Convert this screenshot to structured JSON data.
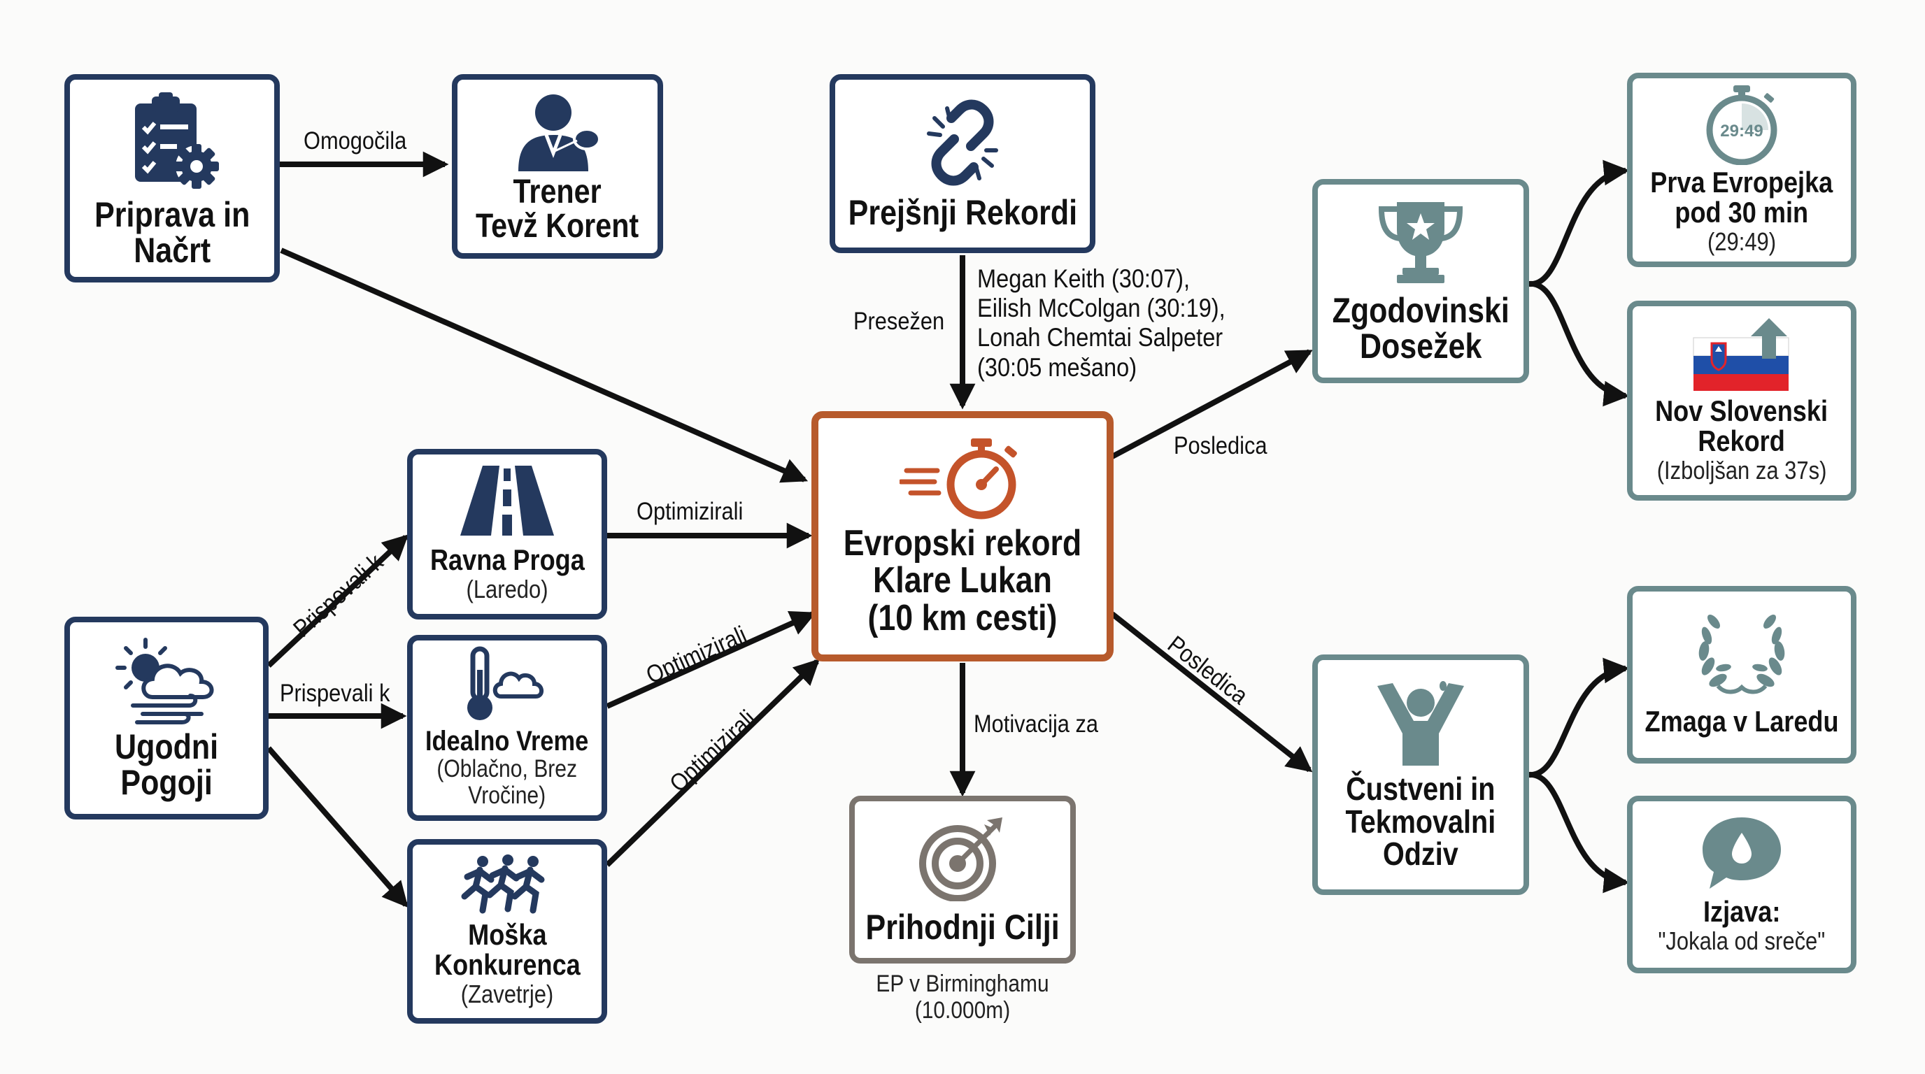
{
  "nodes": {
    "priprava": {
      "title": [
        "Priprava in",
        "Načrt"
      ]
    },
    "trener": {
      "title": [
        "Trener",
        "Tevž Korent"
      ]
    },
    "rekordi": {
      "title": [
        "Prejšnji Rekordi"
      ]
    },
    "center": {
      "title": [
        "Evropski rekord",
        "Klare Lukan",
        "(10 km cesti)"
      ]
    },
    "dosezek": {
      "title": [
        "Zgodovinski",
        "Dosežek"
      ]
    },
    "prva": {
      "title": [
        "Prva Evropejka",
        "pod 30 min"
      ],
      "sub": [
        "(29:49)"
      ],
      "watch_text": "29:49"
    },
    "slovenski": {
      "title": [
        "Nov Slovenski",
        "Rekord"
      ],
      "sub": [
        "(Izboljšan za 37s)"
      ]
    },
    "proga": {
      "title": [
        "Ravna Proga"
      ],
      "sub": [
        "(Laredo)"
      ]
    },
    "vreme": {
      "title": [
        "Idealno Vreme"
      ],
      "sub": [
        "(Oblačno, Brez",
        "Vročine)"
      ]
    },
    "konkurenca": {
      "title": [
        "Moška",
        "Konkurenca"
      ],
      "sub": [
        "(Zavetrje)"
      ]
    },
    "pogoji": {
      "title": [
        "Ugodni",
        "Pogoji"
      ]
    },
    "cilji": {
      "title": [
        "Prihodnji Cilji"
      ]
    },
    "odziv": {
      "title": [
        "Čustveni in",
        "Tekmovalni",
        "Odziv"
      ]
    },
    "zmaga": {
      "title": [
        "Zmaga v Laredu"
      ]
    },
    "izjava": {
      "title": [
        "Izjava:"
      ],
      "sub": [
        "\"Jokala od sreče\""
      ]
    }
  },
  "edge_labels": {
    "omogocila": "Omogočila",
    "presezen": "Presežen",
    "posledica_top": "Posledica",
    "posledica_bottom": "Posledica",
    "optimizirali_1": "Optimizirali",
    "optimizirali_2": "Optimizirali",
    "optimizirali_3": "Optimizirali",
    "prispevali_1": "Prispevali k",
    "prispevali_2": "Prispevali k",
    "motivacija": "Motivacija za"
  },
  "records_note": [
    "Megan Keith (30:07),",
    "Eilish McColgan (30:19),",
    "Lonah Chemtai Salpeter",
    "(30:05 mešano)"
  ],
  "cilji_note": [
    "EP v Birminghamu",
    "(10.000m)"
  ],
  "icons": {
    "priprava": "clipboard-gear-icon",
    "trener": "coach-whistle-icon",
    "rekordi": "broken-chain-icon",
    "center": "stopwatch-speed-icon",
    "dosezek": "trophy-star-icon",
    "prva": "stopwatch-icon",
    "slovenski": "slovenian-flag-arrow-icon",
    "proga": "straight-road-icon",
    "vreme": "thermometer-cloud-icon",
    "konkurenca": "runners-group-icon",
    "pogoji": "weather-sun-cloud-wind-icon",
    "cilji": "target-arrow-icon",
    "odziv": "cheering-person-icon",
    "zmaga": "laurel-wreath-icon",
    "izjava": "speech-bubble-tear-icon"
  },
  "colors": {
    "navy": "#24395e",
    "teal": "#6a8a8c",
    "orange": "#b75a2c",
    "gray": "#7b746e",
    "arrow": "#111111"
  }
}
